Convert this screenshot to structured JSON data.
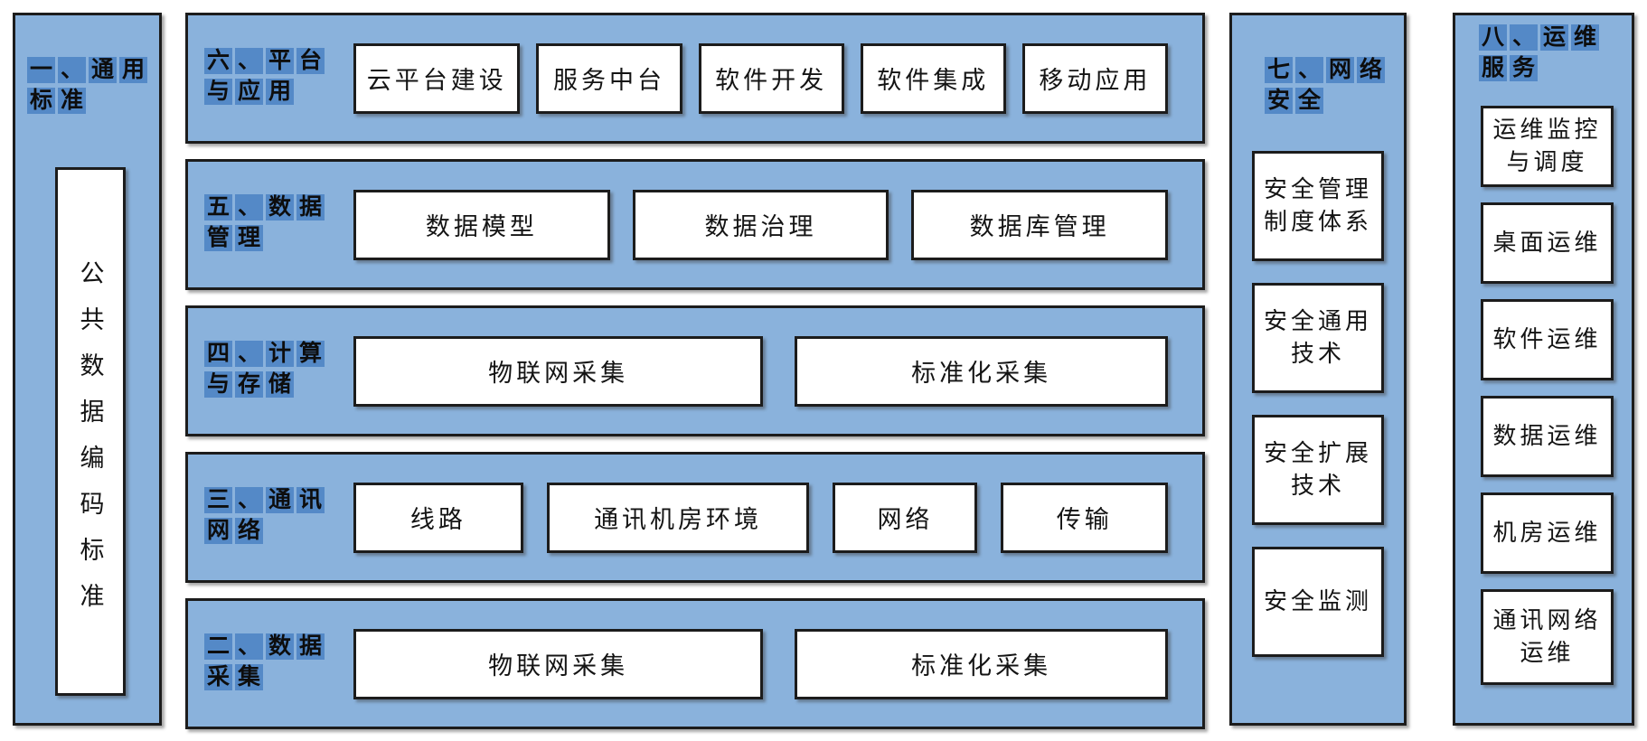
{
  "colors": {
    "panel_blue": "#8AB2DC",
    "highlight_blue": "#5489C7",
    "box_white": "#FFFFFF",
    "border_black": "#1c1c1c"
  },
  "left_panel": {
    "label": "一、通用标准",
    "box": "公共数据编码标准"
  },
  "rows": [
    {
      "label": "六、平台与应用",
      "boxes": [
        "云平台建设",
        "服务中台",
        "软件开发",
        "软件集成",
        "移动应用"
      ]
    },
    {
      "label": "五、数据管理",
      "boxes": [
        "数据模型",
        "数据治理",
        "数据库管理"
      ]
    },
    {
      "label": "四、计算与存储",
      "boxes": [
        "物联网采集",
        "标准化采集"
      ]
    },
    {
      "label": "三、通讯网络",
      "boxes": [
        "线路",
        "通讯机房环境",
        "网络",
        "传输"
      ]
    },
    {
      "label": "二、数据采集",
      "boxes": [
        "物联网采集",
        "标准化采集"
      ]
    }
  ],
  "security_panel": {
    "label": "七、网络安全",
    "boxes": [
      "安全管理制度体系",
      "安全通用技术",
      "安全扩展技术",
      "安全监测"
    ]
  },
  "ops_panel": {
    "label": "八、运维服务",
    "boxes": [
      "运维监控与调度",
      "桌面运维",
      "软件运维",
      "数据运维",
      "机房运维",
      "通讯网络运维"
    ]
  }
}
